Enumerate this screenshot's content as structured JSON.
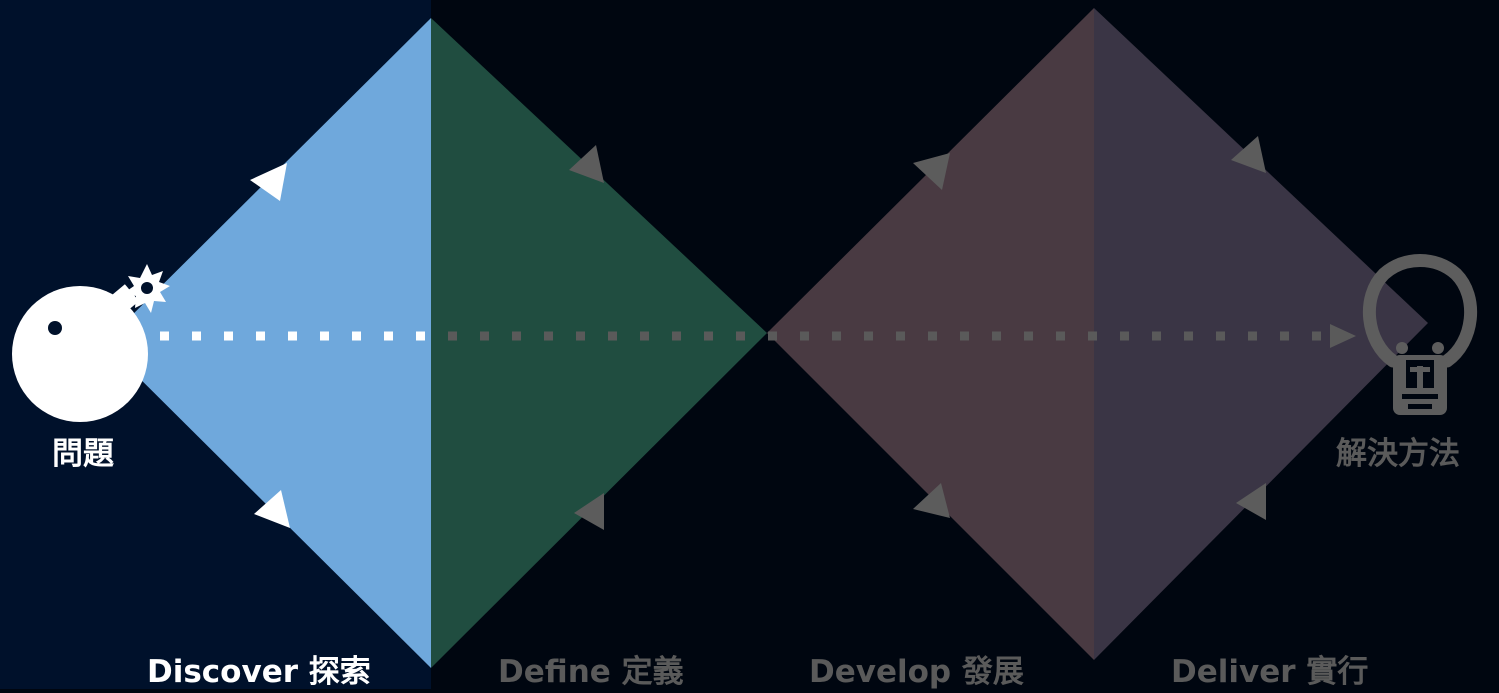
{
  "problem_label": "問題",
  "solution_label": "解決方法",
  "phases": [
    {
      "label": "Discover 探索",
      "color": "#6fa8dc",
      "active": true
    },
    {
      "label": "Define 定義",
      "color": "#204d40",
      "active": false
    },
    {
      "label": "Develop 發展",
      "color": "#493a42",
      "active": false
    },
    {
      "label": "Deliver 實行",
      "color": "#3a3545",
      "active": false
    }
  ],
  "colors": {
    "active_column_bg": "#00112b",
    "page_bg": "#000610",
    "active_text": "#ffffff",
    "inactive_text": "#5a5a5a",
    "inactive_arrow": "#5c5c5c",
    "bulb": "#5d5d5d"
  },
  "icons": [
    "bomb-icon",
    "lightbulb-icon"
  ]
}
